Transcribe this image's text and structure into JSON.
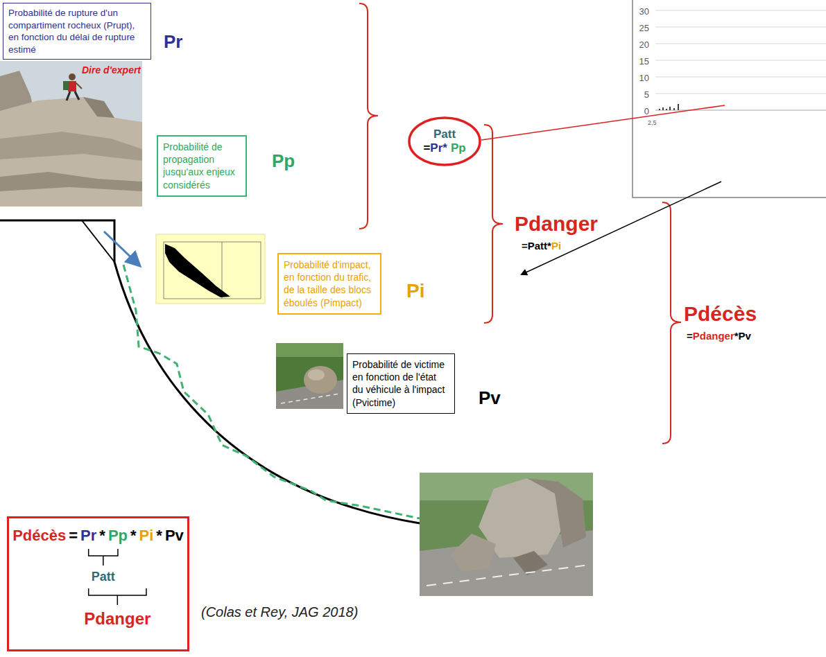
{
  "diagram": {
    "caption": "(Colas et Rey, JAG 2018)",
    "nodes": [
      {
        "text": [
          "Probabilité de rupture d'un compartiment rocheux (Prupt), en fonction du délai de rupture estimé"
        ]
      },
      {
        "text": [
          "Patt",
          "=",
          "Pr*",
          "Pp"
        ]
      },
      {
        "text": [
          "Probabilité de propagation jusqu'aux enjeux considérés"
        ]
      },
      {
        "text": [
          "Probabilité d'impact, en fonction du trafic, de la taille des blocs éboulés (Pimpact)"
        ]
      },
      {
        "text": [
          "Probabilité de victime en fonction de l'état du véhicule à l'impact (Pvictime)"
        ]
      },
      {
        "text": [
          "Pdécès",
          "=",
          "Pr",
          "*",
          "Pp",
          "*",
          "Pi",
          "*",
          "Pv",
          "Patt",
          "Pdanger"
        ]
      }
    ],
    "labels": [
      "Pr",
      "Dire d'expert",
      "Pp",
      "Pdanger",
      "=Patt*",
      "Pi",
      "Pi",
      "Pv",
      "Pdécès",
      "=",
      "Pdanger",
      "*Pv",
      "30",
      "25",
      "20",
      "15",
      "10",
      "5",
      "0",
      "2,5"
    ]
  }
}
